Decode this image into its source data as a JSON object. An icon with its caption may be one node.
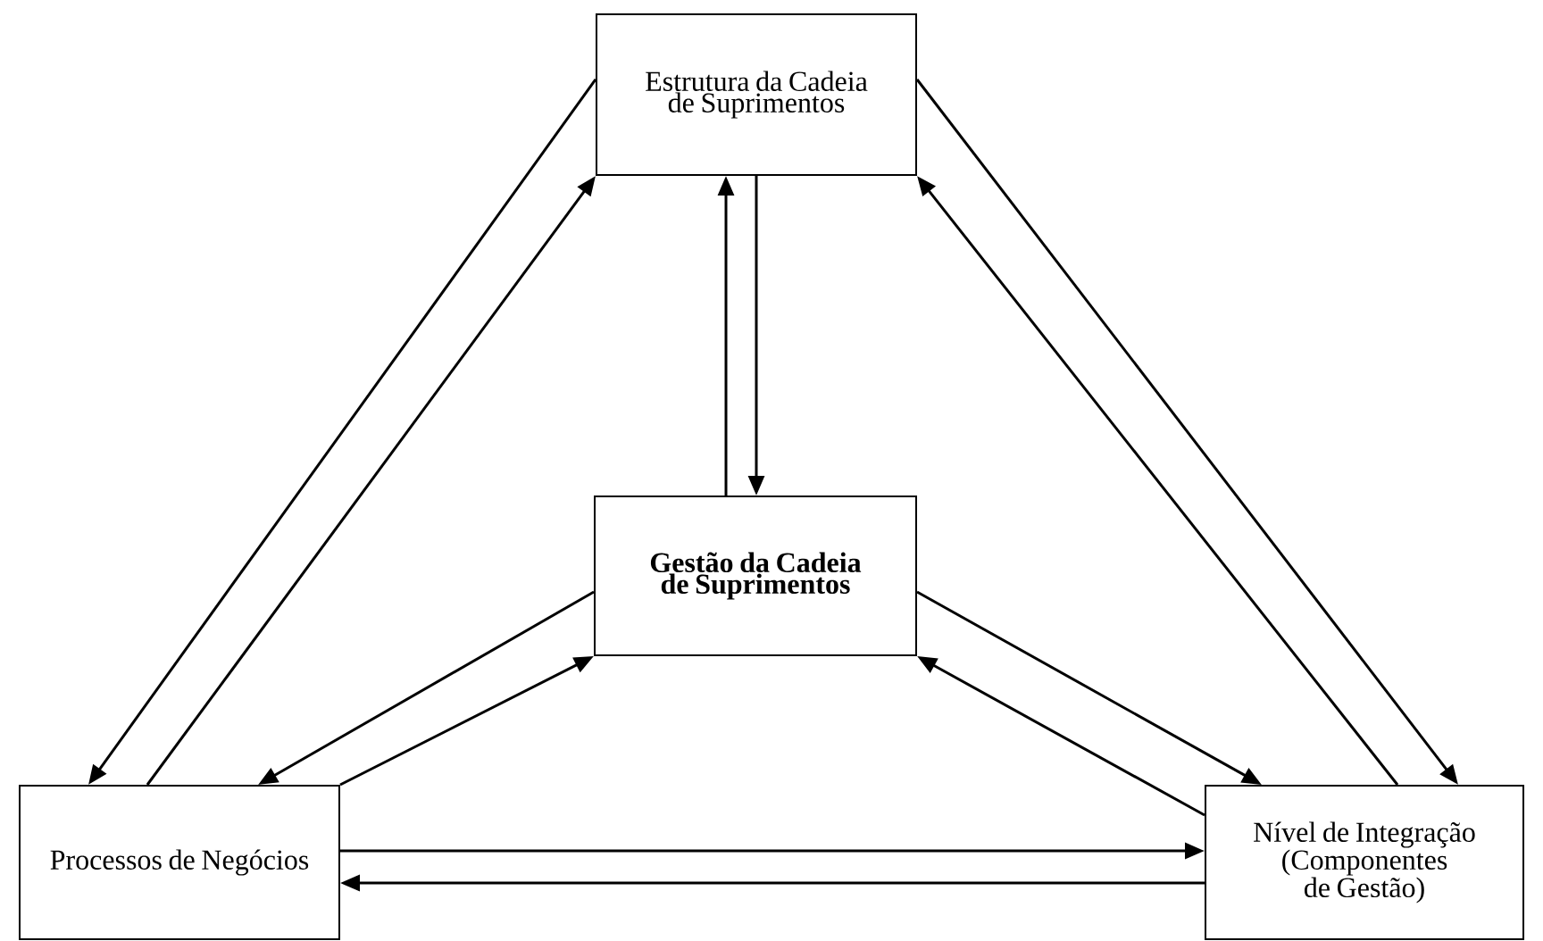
{
  "diagram": {
    "nodes": [
      {
        "text": [
          "Estrutura da Cadeia de Suprimentos"
        ]
      },
      {
        "text": [
          "Gestão da Cadeia de Suprimentos"
        ]
      },
      {
        "text": [
          "Processos de Negócios"
        ]
      },
      {
        "text": [
          "Nível de Integração (Componentes de Gestão)"
        ]
      }
    ],
    "edges": [
      {
        "from": 0,
        "to": 2,
        "arrow": "to"
      },
      {
        "from": 2,
        "to": 0,
        "arrow": "to"
      },
      {
        "from": 1,
        "to": 0,
        "arrow": "to"
      },
      {
        "from": 0,
        "to": 1,
        "arrow": "to"
      },
      {
        "from": 0,
        "to": 3,
        "arrow": "to"
      },
      {
        "from": 3,
        "to": 0,
        "arrow": "to"
      },
      {
        "from": 1,
        "to": 2,
        "arrow": "to"
      },
      {
        "from": 2,
        "to": 1,
        "arrow": "to"
      },
      {
        "from": 1,
        "to": 3,
        "arrow": "to"
      },
      {
        "from": 3,
        "to": 1,
        "arrow": "to"
      },
      {
        "from": 2,
        "to": 3,
        "arrow": "to"
      },
      {
        "from": 3,
        "to": 2,
        "arrow": "to"
      }
    ]
  }
}
